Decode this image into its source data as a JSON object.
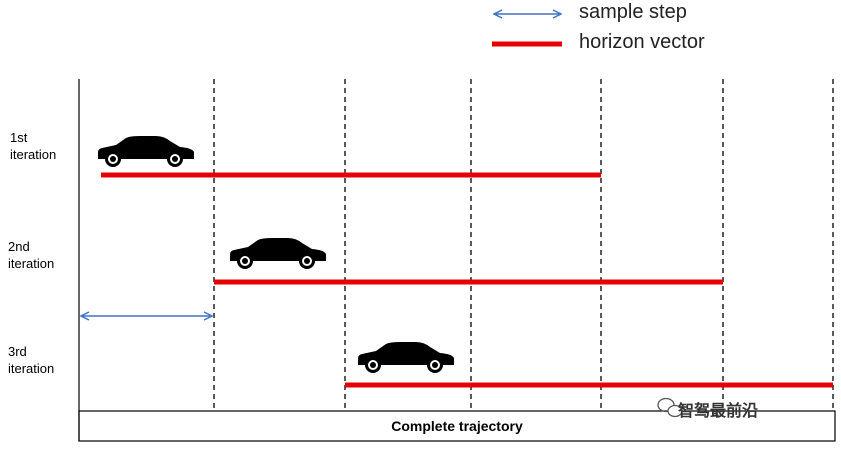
{
  "legend": {
    "sample_step": "sample step",
    "horizon_vector": "horizon vector"
  },
  "iterations": [
    {
      "line1": "1st",
      "line2": "iteration"
    },
    {
      "line1": "2nd",
      "line2": "iteration"
    },
    {
      "line1": "3rd",
      "line2": "iteration"
    }
  ],
  "trajectory_label": "Complete trajectory",
  "watermark": "智驾最前沿",
  "colors": {
    "horizon": "#e60000",
    "step_arrow": "#4472c4",
    "dashed": "#000000",
    "car": "#000000"
  },
  "icons": {
    "car": "car-icon",
    "watermark": "wechat-icon"
  }
}
